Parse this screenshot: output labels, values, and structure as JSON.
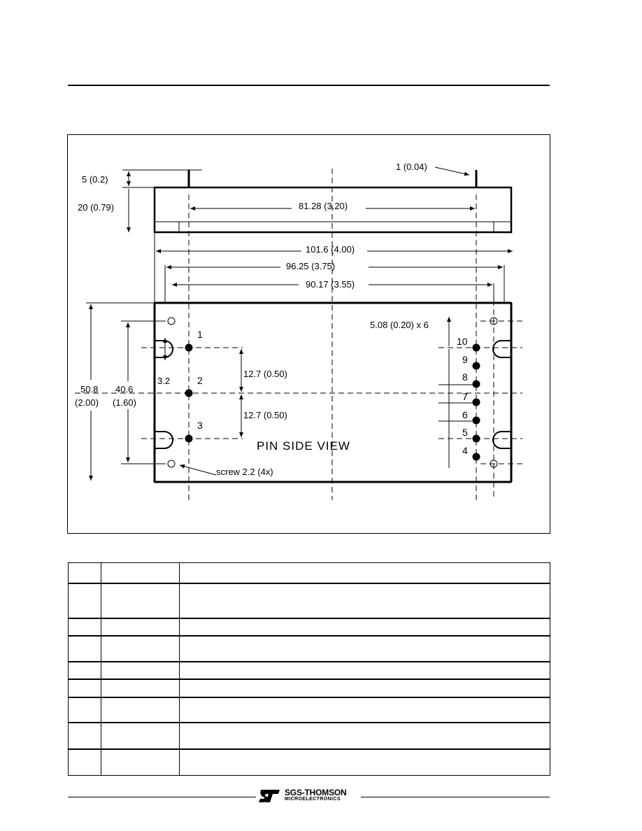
{
  "drawing": {
    "view_label": "PIN SIDE VIEW",
    "dim_height_pin": "5 (0.2)",
    "dim_pin_dia": "1 (0.04)",
    "dim_body_height": "20 (0.79)",
    "dim_pin_span": "81.28 (3.20)",
    "dim_width_total": "101.6 (4.00)",
    "dim_width_mid": "96.25 (3.75)",
    "dim_width_inner": "90.17 (3.55)",
    "dim_pitch": "5.08 (0.20) x 6",
    "dim_slot": "3.2",
    "dim_height_total": "50.8",
    "dim_height_total_in": "(2.00)",
    "dim_height_mount": "40.6",
    "dim_height_mount_in": "(1.60)",
    "dim_pin_gap_1": "12.7 (0.50)",
    "dim_pin_gap_2": "12.7 (0.50)",
    "screw_label": "screw 2.2 (4x)",
    "pins_left": [
      "1",
      "2",
      "3"
    ],
    "pins_right": [
      "10",
      "9",
      "8",
      "7",
      "6",
      "5",
      "4"
    ]
  },
  "footer": {
    "brand": "SGS-THOMSON",
    "brand_sub": "MICROELECTRONICS"
  }
}
